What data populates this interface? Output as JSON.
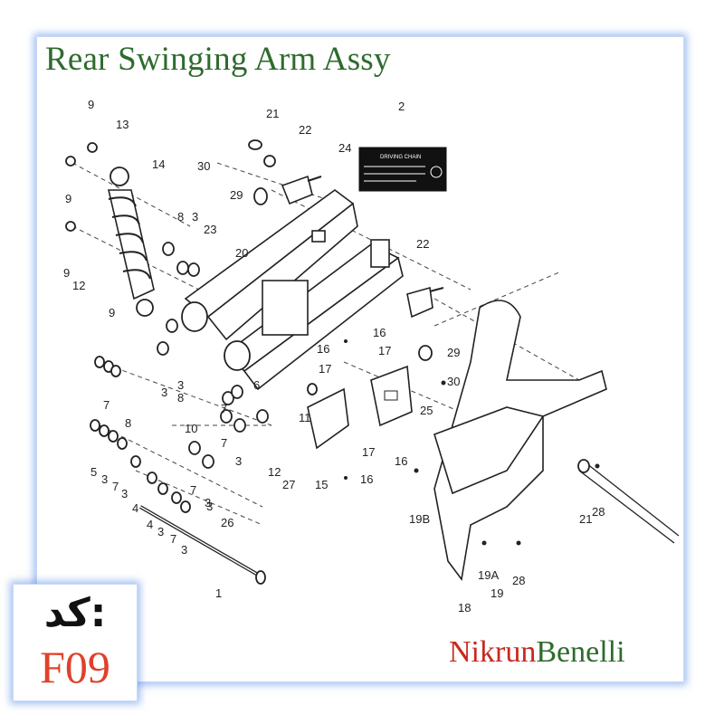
{
  "title": "Rear Swinging Arm Assy",
  "code": {
    "label": "کد:",
    "value": "F09"
  },
  "brand": {
    "part1": "Nikrun",
    "part2": "Benelli"
  },
  "label_sticker": {
    "heading": "DRIVING CHAIN"
  },
  "callouts": [
    "9",
    "13",
    "14",
    "21",
    "22",
    "2",
    "24",
    "30",
    "29",
    "8",
    "3",
    "23",
    "20",
    "9",
    "12",
    "9",
    "22",
    "16",
    "17",
    "16",
    "17",
    "29",
    "30",
    "9",
    "7",
    "3",
    "8",
    "3",
    "8",
    "6",
    "7",
    "11",
    "25",
    "10",
    "7",
    "3",
    "5",
    "3",
    "7",
    "3",
    "4",
    "7",
    "3",
    "12",
    "27",
    "15",
    "17",
    "16",
    "16",
    "19B",
    "21",
    "28",
    "3",
    "26",
    "4",
    "3",
    "7",
    "3",
    "1",
    "18",
    "19A",
    "19",
    "28"
  ]
}
